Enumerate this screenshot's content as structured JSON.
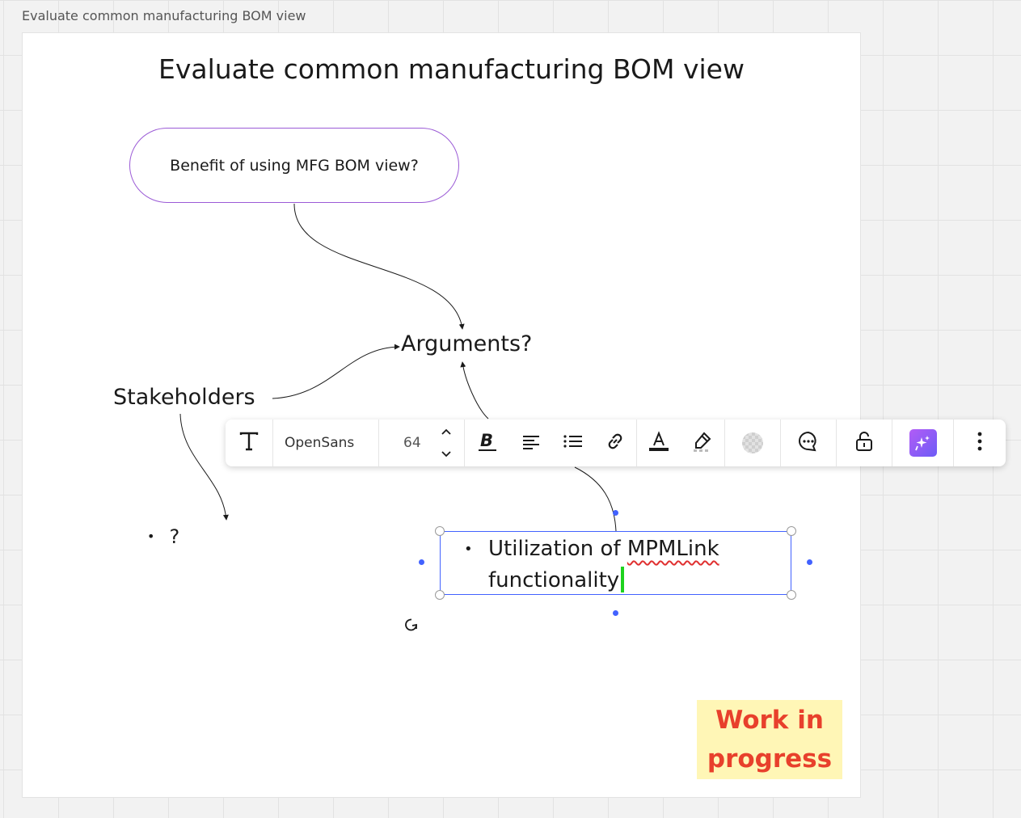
{
  "frame": {
    "label": "Evaluate common manufacturing BOM view"
  },
  "board": {
    "title": "Evaluate common manufacturing BOM view",
    "pill_text": "Benefit of using MFG BOM view?",
    "arguments": "Arguments?",
    "stakeholders": "Stakeholders",
    "bullet_marker": "•",
    "question_bullet": "?",
    "selected_text": {
      "bullet": "•",
      "line1_prefix": "Utilization of ",
      "line1_misspelled": "MPMLink",
      "line2": "functionality"
    },
    "sticky_note": "Work in progress"
  },
  "toolbar": {
    "text_tool_label": "T",
    "font_name": "OpenSans",
    "font_size": "64",
    "buttons": [
      {
        "name": "text-type",
        "icon": "text-t-icon"
      },
      {
        "name": "bold",
        "icon": "bold-icon"
      },
      {
        "name": "align",
        "icon": "align-left-icon"
      },
      {
        "name": "list",
        "icon": "bullet-list-icon"
      },
      {
        "name": "link",
        "icon": "link-icon"
      },
      {
        "name": "text-color",
        "icon": "text-color-icon"
      },
      {
        "name": "highlight",
        "icon": "highlighter-icon"
      },
      {
        "name": "fill",
        "icon": "transparent-fill-icon"
      },
      {
        "name": "comment",
        "icon": "comment-icon"
      },
      {
        "name": "lock",
        "icon": "unlock-icon"
      },
      {
        "name": "ai-assist",
        "icon": "sparkle-icon"
      },
      {
        "name": "more",
        "icon": "more-vertical-icon"
      }
    ]
  },
  "colors": {
    "pill_border": "#9b5bd6",
    "selection": "#4262ff",
    "caret": "#1ed21e",
    "sticky_bg": "#fff6b6",
    "sticky_text": "#e8402c",
    "spellcheck": "#e03030",
    "ai_gradient_start": "#b25cf6",
    "ai_gradient_end": "#6d5cf6"
  }
}
